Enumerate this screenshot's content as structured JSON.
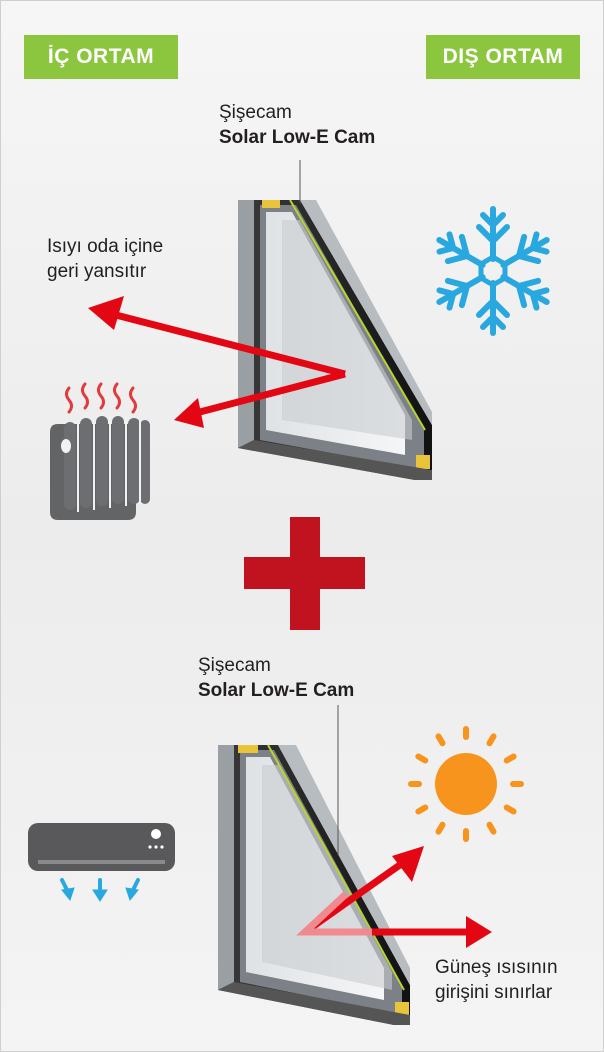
{
  "badges": {
    "indoor": "İÇ ORTAM",
    "outdoor": "DIŞ ORTAM"
  },
  "top_panel": {
    "brand": "Şişecam",
    "product": "Solar Low-E Cam",
    "caption_line1": "Isıyı oda içine",
    "caption_line2": "geri yansıtır",
    "icons": [
      "radiator-icon",
      "snowflake-icon"
    ]
  },
  "bottom_panel": {
    "brand": "Şişecam",
    "product": "Solar Low-E Cam",
    "caption_line1": "Güneş ısısının",
    "caption_line2": "girişini sınırlar",
    "icons": [
      "air-conditioner-icon",
      "sun-icon"
    ]
  },
  "colors": {
    "badge_green": "#8cc63f",
    "arrow_red": "#e30613",
    "plus_red": "#c1121f",
    "snow_blue": "#29a8e0",
    "sun_orange": "#f7941d",
    "frame_dark": "#222222",
    "glass": "#e9ecef"
  }
}
